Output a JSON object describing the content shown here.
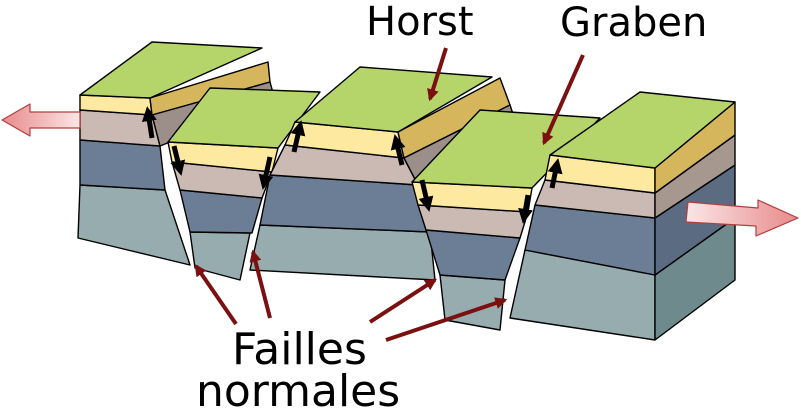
{
  "labels": {
    "horst": "Horst",
    "graben": "Graben",
    "failles": "Failles",
    "normales": "normales"
  },
  "colors": {
    "surface_green": "#b5d56a",
    "fault_face_tan": "#d5b65c",
    "layer_yellow": "#fdeaa0",
    "layer_taupe": "#cbbab4",
    "layer_slate": "#6c7d96",
    "layer_teal": "#97acae",
    "pointer_arrow": "#7a1010",
    "extension_arrow": "#e89090"
  }
}
